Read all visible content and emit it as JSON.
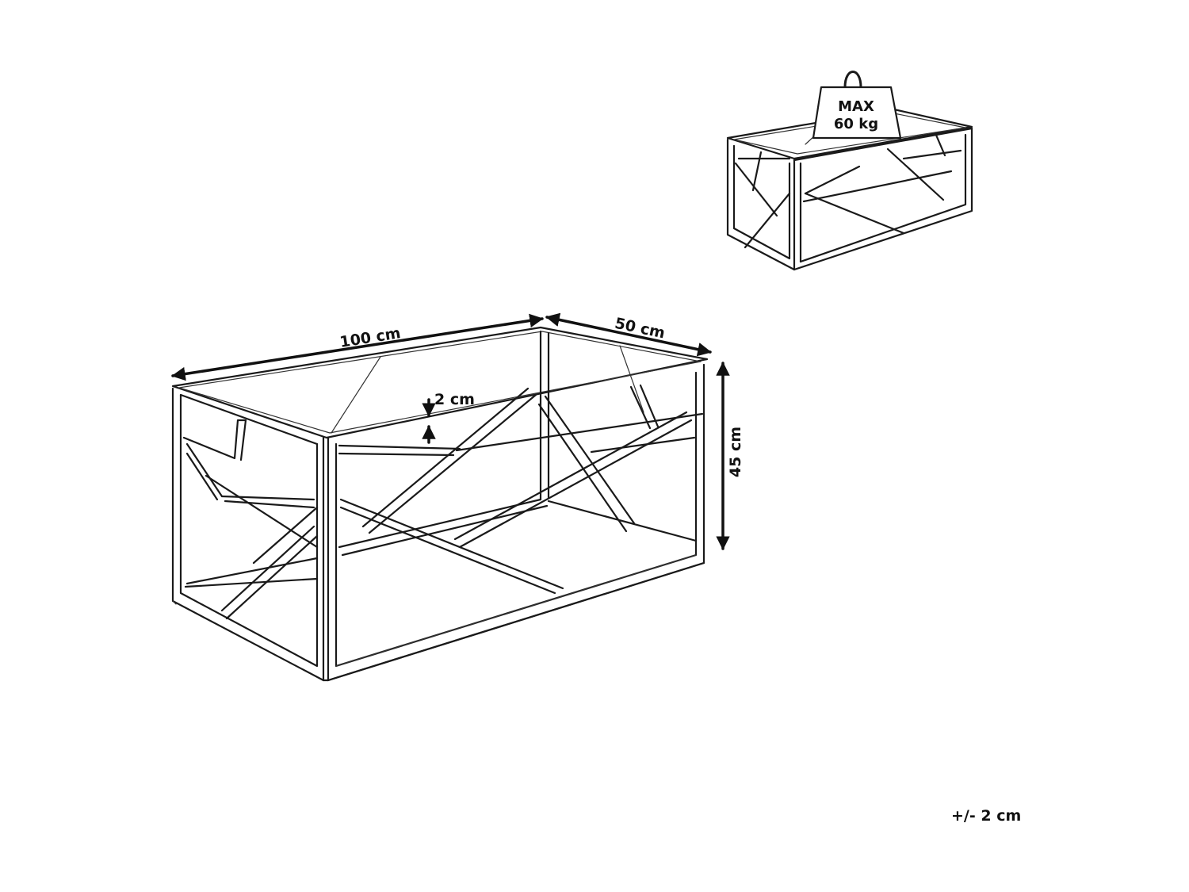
{
  "dimensions": {
    "length": "100 cm",
    "depth": "50 cm",
    "height": "45 cm",
    "glass_thickness": "2 cm"
  },
  "load": {
    "line1": "MAX",
    "line2": "60 kg"
  },
  "tolerance": "+/- 2 cm"
}
